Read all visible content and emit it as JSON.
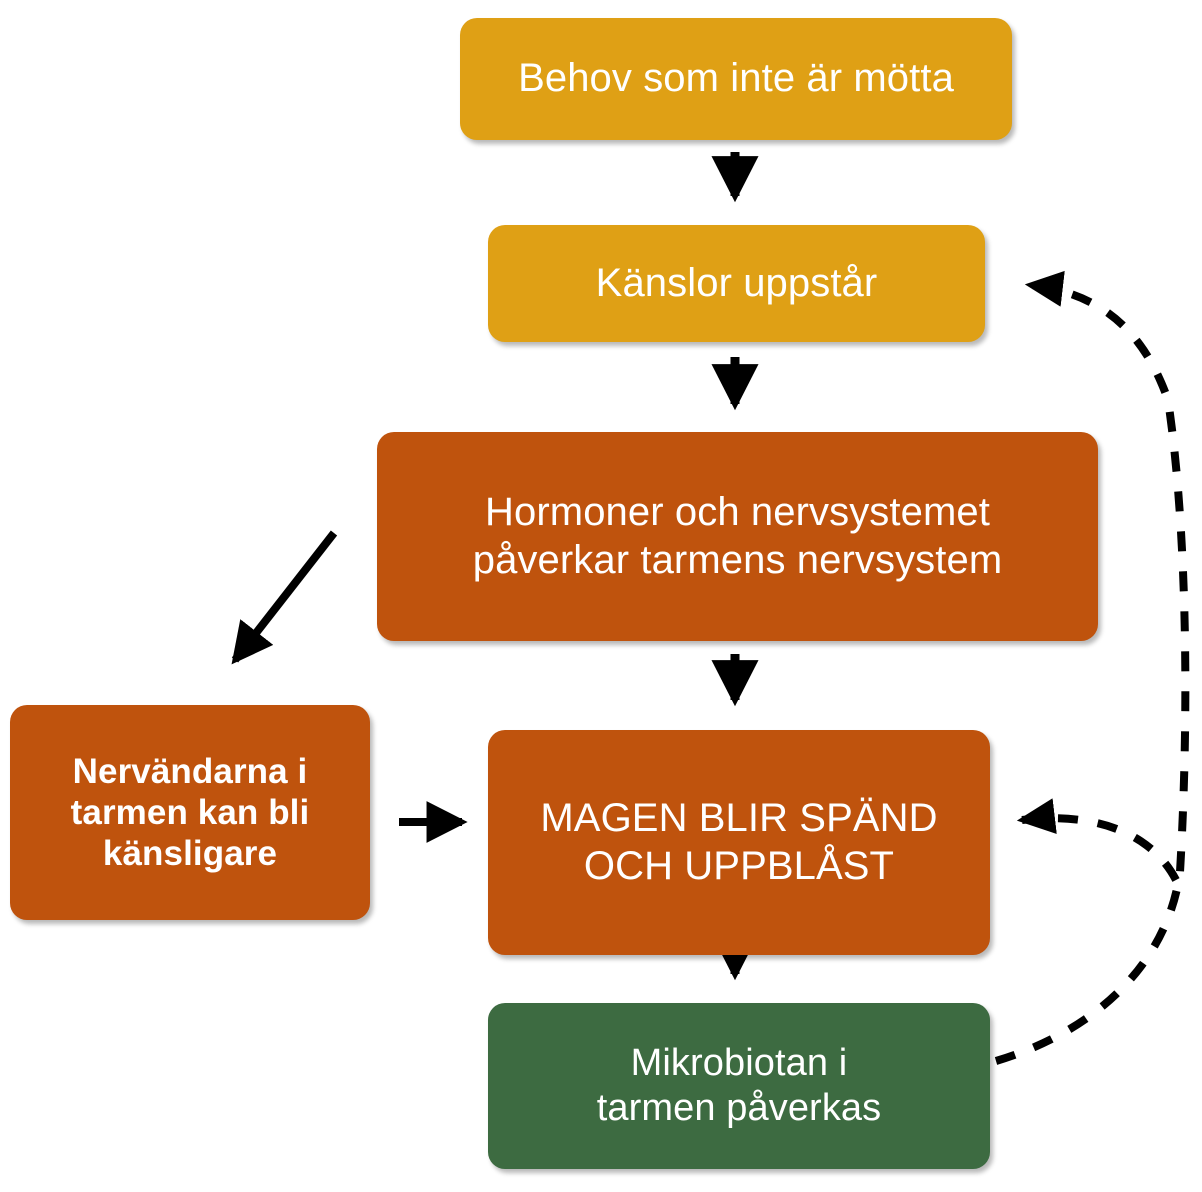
{
  "diagram": {
    "title": "Flodesschema: kansloflode och magbesvar",
    "language": "sv",
    "background_color": "#ffffff",
    "palette": {
      "amber": "#dfa015",
      "orange": "#bf530d",
      "green": "#3d6b41",
      "arrow": "#000000",
      "text": "#ffffff"
    },
    "nodes": [
      {
        "id": "behov",
        "label": "Behov som inte är mötta",
        "color": "amber"
      },
      {
        "id": "kanslor",
        "label": "Känslor uppstår",
        "color": "amber"
      },
      {
        "id": "hormoner",
        "label": "Hormoner och nervsystemet\npåverkar tarmens nervsystem",
        "color": "orange"
      },
      {
        "id": "nervandarna",
        "label": "Nervändarna i\ntarmen kan bli\nkänsligare",
        "color": "orange"
      },
      {
        "id": "magen",
        "label": "MAGEN BLIR SPÄND\nOCH UPPBLÅST",
        "color": "orange"
      },
      {
        "id": "mikrobiotan",
        "label": "Mikrobiotan i\ntarmen påverkas",
        "color": "green"
      }
    ],
    "edges": [
      {
        "id": "behov-to-kanslor",
        "from": "behov",
        "to": "kanslor",
        "style": "solid",
        "direction": "down"
      },
      {
        "id": "kanslor-to-hormoner",
        "from": "kanslor",
        "to": "hormoner",
        "style": "solid",
        "direction": "down"
      },
      {
        "id": "hormoner-to-nervandarna",
        "from": "hormoner",
        "to": "nervandarna",
        "style": "solid",
        "direction": "diagonal-down-left"
      },
      {
        "id": "hormoner-to-magen",
        "from": "hormoner",
        "to": "magen",
        "style": "solid",
        "direction": "down"
      },
      {
        "id": "nervandarna-to-magen",
        "from": "nervandarna",
        "to": "magen",
        "style": "solid",
        "direction": "right"
      },
      {
        "id": "magen-to-mikrobiotan",
        "from": "magen",
        "to": "mikrobiotan",
        "style": "solid",
        "direction": "down"
      },
      {
        "id": "mikrobiotan-to-magen",
        "from": "mikrobiotan",
        "to": "magen",
        "style": "dashed",
        "direction": "feedback-left"
      },
      {
        "id": "mikrobiotan-to-kanslor",
        "from": "mikrobiotan",
        "to": "kanslor",
        "style": "dashed",
        "direction": "feedback-up-left"
      }
    ]
  }
}
